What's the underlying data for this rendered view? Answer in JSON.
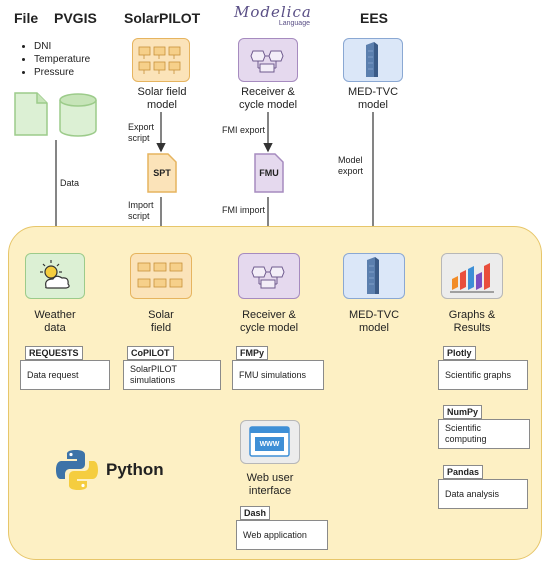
{
  "headers": {
    "file": "File",
    "pvgis": "PVGIS",
    "solarpilot": "SolarPILOT",
    "modelica_logo": "Modelica",
    "modelica_sub": "Language",
    "ees": "EES"
  },
  "file_bullets": [
    "DNI",
    "Temperature",
    "Pressure"
  ],
  "top_nodes": {
    "solar_field_model": "Solar field\nmodel",
    "receiver_cycle_model": "Receiver &\ncycle model",
    "medtvc_model": "MED-TVC\nmodel"
  },
  "edge_labels": {
    "data": "Data",
    "export_script": "Export\nscript",
    "import_script": "Import\nscript",
    "fmi_export": "FMI export",
    "fmi_import": "FMI import",
    "model_export": "Model\nexport"
  },
  "intermediate": {
    "spt": "SPT",
    "fmu": "FMU"
  },
  "bottom_nodes": {
    "weather": "Weather\ndata",
    "solar_field": "Solar\nfield",
    "receiver_cycle": "Receiver &\ncycle model",
    "medtvc": "MED-TVC\nmodel",
    "graphs": "Graphs &\nResults",
    "web_ui": "Web user\ninterface"
  },
  "libraries": {
    "requests": {
      "tab": "REQUESTS",
      "desc": "Data request"
    },
    "copilot": {
      "tab": "CoPILOT",
      "desc": "SolarPILOT\nsimulations"
    },
    "fmpy": {
      "tab": "FMPy",
      "desc": "FMU simulations"
    },
    "plotly": {
      "tab": "Plotly",
      "desc": "Scientific graphs"
    },
    "numpy": {
      "tab": "NumPy",
      "desc": "Scientific computing"
    },
    "pandas": {
      "tab": "Pandas",
      "desc": "Data analysis"
    },
    "dash": {
      "tab": "Dash",
      "desc": "Web application"
    }
  },
  "python_label": "Python",
  "www_label": "WWW",
  "colors": {
    "panel_fill": "#fdf0c4",
    "orange": "#fbe3b9",
    "purple": "#e5d9ee",
    "blue": "#dbe7f8",
    "green": "#dcf0d4",
    "python_blue": "#3d73a8",
    "python_yellow": "#f5cd3f"
  }
}
